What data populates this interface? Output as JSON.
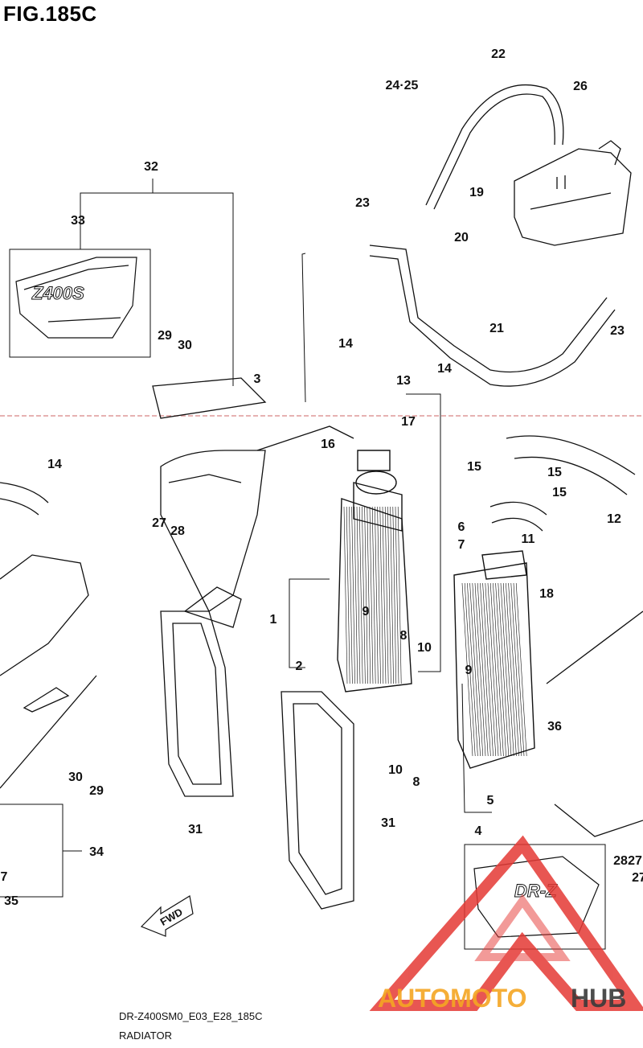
{
  "figure": {
    "title": "FIG.185C",
    "model_code": "DR-Z400SM0_E03_E28_185C",
    "section_name": "RADIATOR",
    "direction_label": "FWD"
  },
  "decals": {
    "upper_left_text": "Z400S",
    "bottom_right_text": "DR-Z"
  },
  "callouts": [
    "1",
    "2",
    "3",
    "4",
    "5",
    "6",
    "7",
    "8",
    "8",
    "9",
    "9",
    "10",
    "10",
    "11",
    "12",
    "13",
    "14",
    "14",
    "14",
    "15",
    "15",
    "15",
    "16",
    "17",
    "18",
    "19",
    "20",
    "21",
    "22",
    "23",
    "23",
    "24·25",
    "26",
    "27",
    "28",
    "27",
    "28",
    "29",
    "30",
    "29",
    "30",
    "31",
    "31",
    "32",
    "33",
    "34",
    "35",
    "36",
    "7",
    "27"
  ],
  "watermark": {
    "brand_part1": "AUTOMOTO",
    "brand_part2": "HUB",
    "color_primary": "#e53935",
    "color_secondary": "#f5a623",
    "color_tertiary": "#3a3a3a"
  },
  "colors": {
    "line": "#111111",
    "background": "#ffffff",
    "dash": "#e0a0a0"
  }
}
